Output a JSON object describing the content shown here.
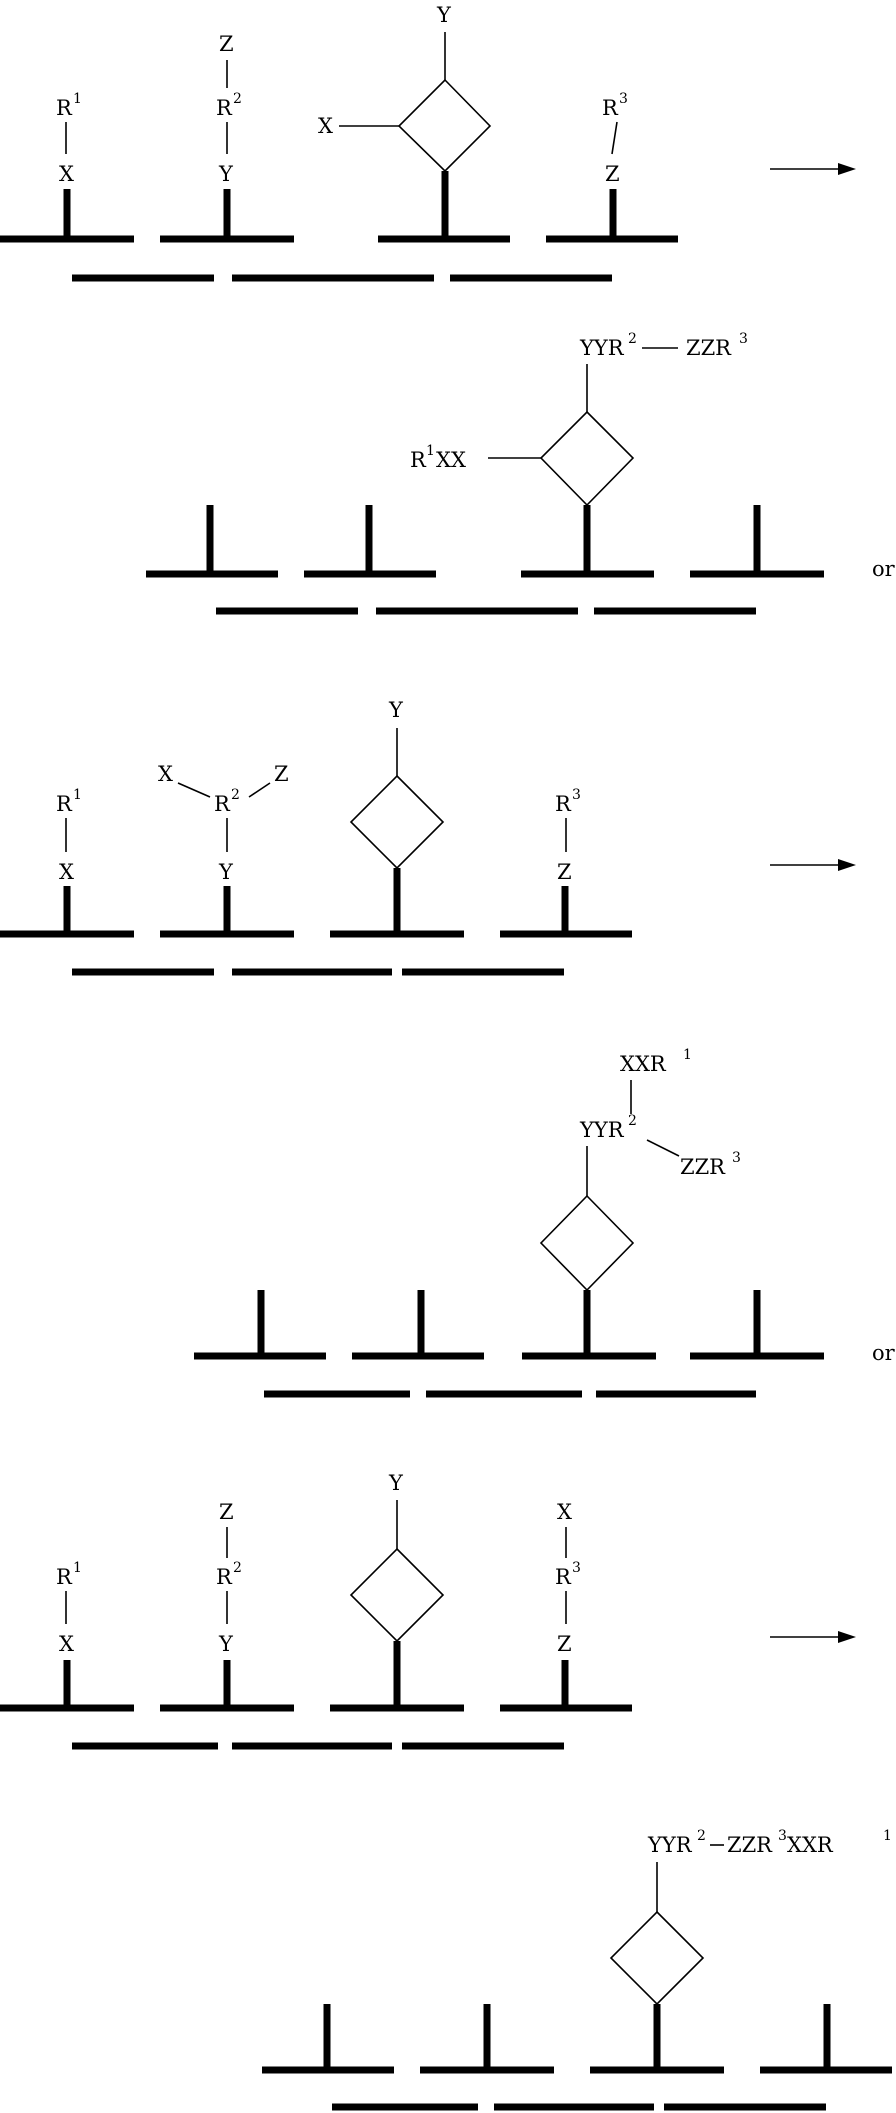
{
  "panels": [
    {
      "labels": {
        "r1": "R",
        "r1_sup": "1",
        "x1": "X",
        "z2": "Z",
        "r2": "R",
        "r2_sup": "2",
        "y2": "Y",
        "x3": "X",
        "y3": "Y",
        "r3": "R",
        "r3_sup": "3",
        "z4": "Z"
      }
    },
    {
      "labels": {
        "product_top_a": "YYR",
        "product_top_a_sup": "2",
        "product_top_b": "ZZR",
        "product_top_b_sup": "3",
        "product_left": "R",
        "product_left_sup": "1",
        "product_left_tail": "XX",
        "or": "or"
      }
    },
    {
      "labels": {
        "r1": "R",
        "r1_sup": "1",
        "x1": "X",
        "x2": "X",
        "z2": "Z",
        "r2": "R",
        "r2_sup": "2",
        "y2": "Y",
        "y3": "Y",
        "r3": "R",
        "r3_sup": "3",
        "z4": "Z"
      }
    },
    {
      "labels": {
        "top": "XXR",
        "top_sup": "1",
        "mid": "YYR",
        "mid_sup": "2",
        "side": "ZZR",
        "side_sup": "3",
        "or": "or"
      }
    },
    {
      "labels": {
        "r1": "R",
        "r1_sup": "1",
        "x1": "X",
        "z2": "Z",
        "r2": "R",
        "r2_sup": "2",
        "y2": "Y",
        "y3": "Y",
        "x4": "X",
        "r3": "R",
        "r3_sup": "3",
        "z4": "Z"
      }
    },
    {
      "labels": {
        "top_a": "YYR",
        "top_a_sup": "2",
        "top_b": "ZZR",
        "top_b_sup": "3",
        "top_c": "XXR",
        "top_c_sup": "1"
      }
    }
  ]
}
